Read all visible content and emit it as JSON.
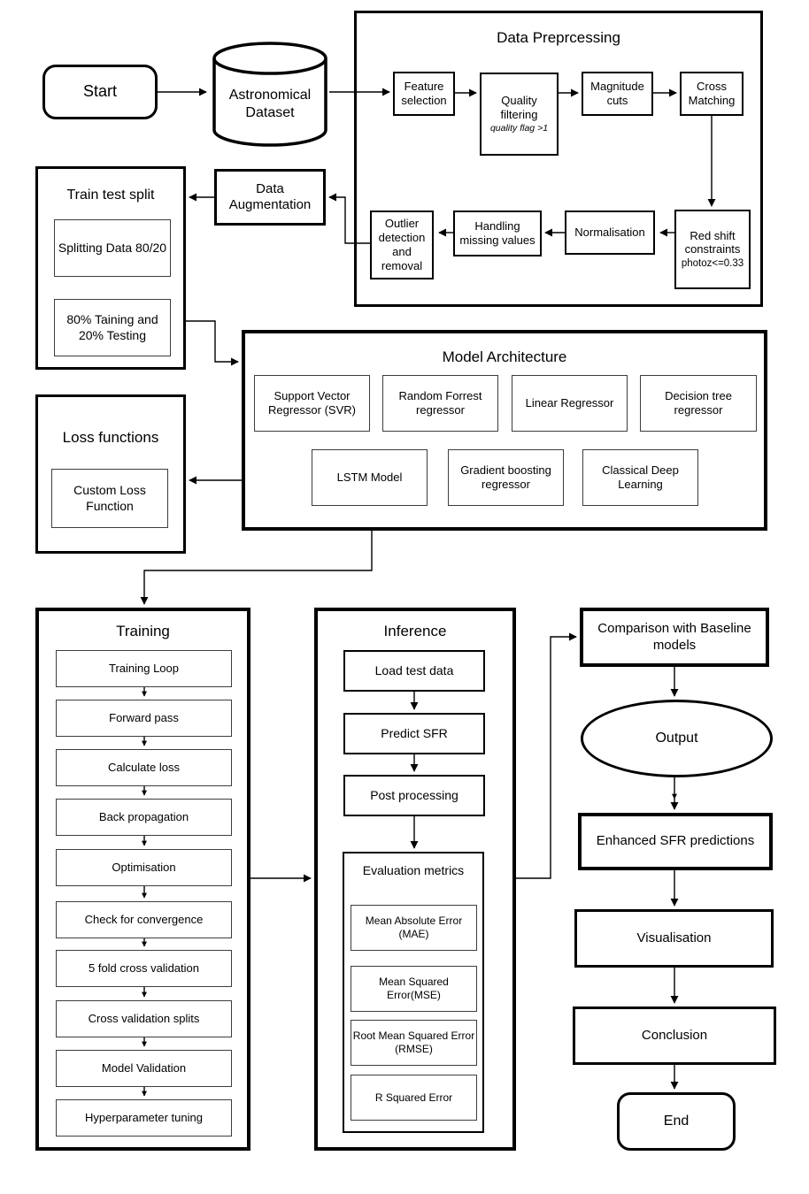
{
  "start_label": "Start",
  "end_label": "End",
  "dataset_label": "Astronomical Dataset",
  "preprocessing": {
    "title": "Data Preprcessing",
    "feature_selection": "Feature selection",
    "quality_filtering": "Quality filtering",
    "quality_filtering_note": "quality flag >1",
    "magnitude_cuts": "Magnitude cuts",
    "cross_matching": "Cross Matching",
    "red_shift": "Red shift constraints",
    "red_shift_note": "photoz<=0.33",
    "normalisation": "Normalisation",
    "handling_missing": "Handling missing values",
    "outlier": "Outlier detection and removal"
  },
  "data_augmentation_label": "Data Augmentation",
  "train_test_split": {
    "title": "Train test split",
    "splitting": "Splitting Data 80/20",
    "ratio": "80% Taining and 20% Testing"
  },
  "model_architecture": {
    "title": "Model Architecture",
    "row1": [
      "Support Vector Regressor (SVR)",
      "Random Forrest regressor",
      "Linear Regressor",
      "Decision tree regressor"
    ],
    "row2": [
      "LSTM Model",
      "Gradient boosting regressor",
      "Classical Deep Learning"
    ]
  },
  "loss_functions": {
    "title": "Loss functions",
    "custom_loss": "Custom Loss Function"
  },
  "training": {
    "title": "Training",
    "steps": [
      "Training Loop",
      "Forward pass",
      "Calculate loss",
      "Back propagation",
      "Optimisation",
      "Check for convergence",
      "5 fold cross validation",
      "Cross validation splits",
      "Model Validation",
      "Hyperparameter tuning"
    ]
  },
  "inference": {
    "title": "Inference",
    "steps": [
      "Load test data",
      "Predict SFR",
      "Post processing"
    ],
    "evaluation": {
      "title": "Evaluation metrics",
      "metrics": [
        "Mean Absolute Error (MAE)",
        "Mean Squared Error(MSE)",
        "Root Mean Squared Error (RMSE)",
        "R Squared Error"
      ]
    }
  },
  "results": {
    "comparison": "Comparison with Baseline models",
    "output": "Output",
    "enhanced": "Enhanced SFR predictions",
    "visualisation": "Visualisation",
    "conclusion": "Conclusion"
  },
  "colors": {
    "stroke": "#000000",
    "background": "#ffffff"
  }
}
